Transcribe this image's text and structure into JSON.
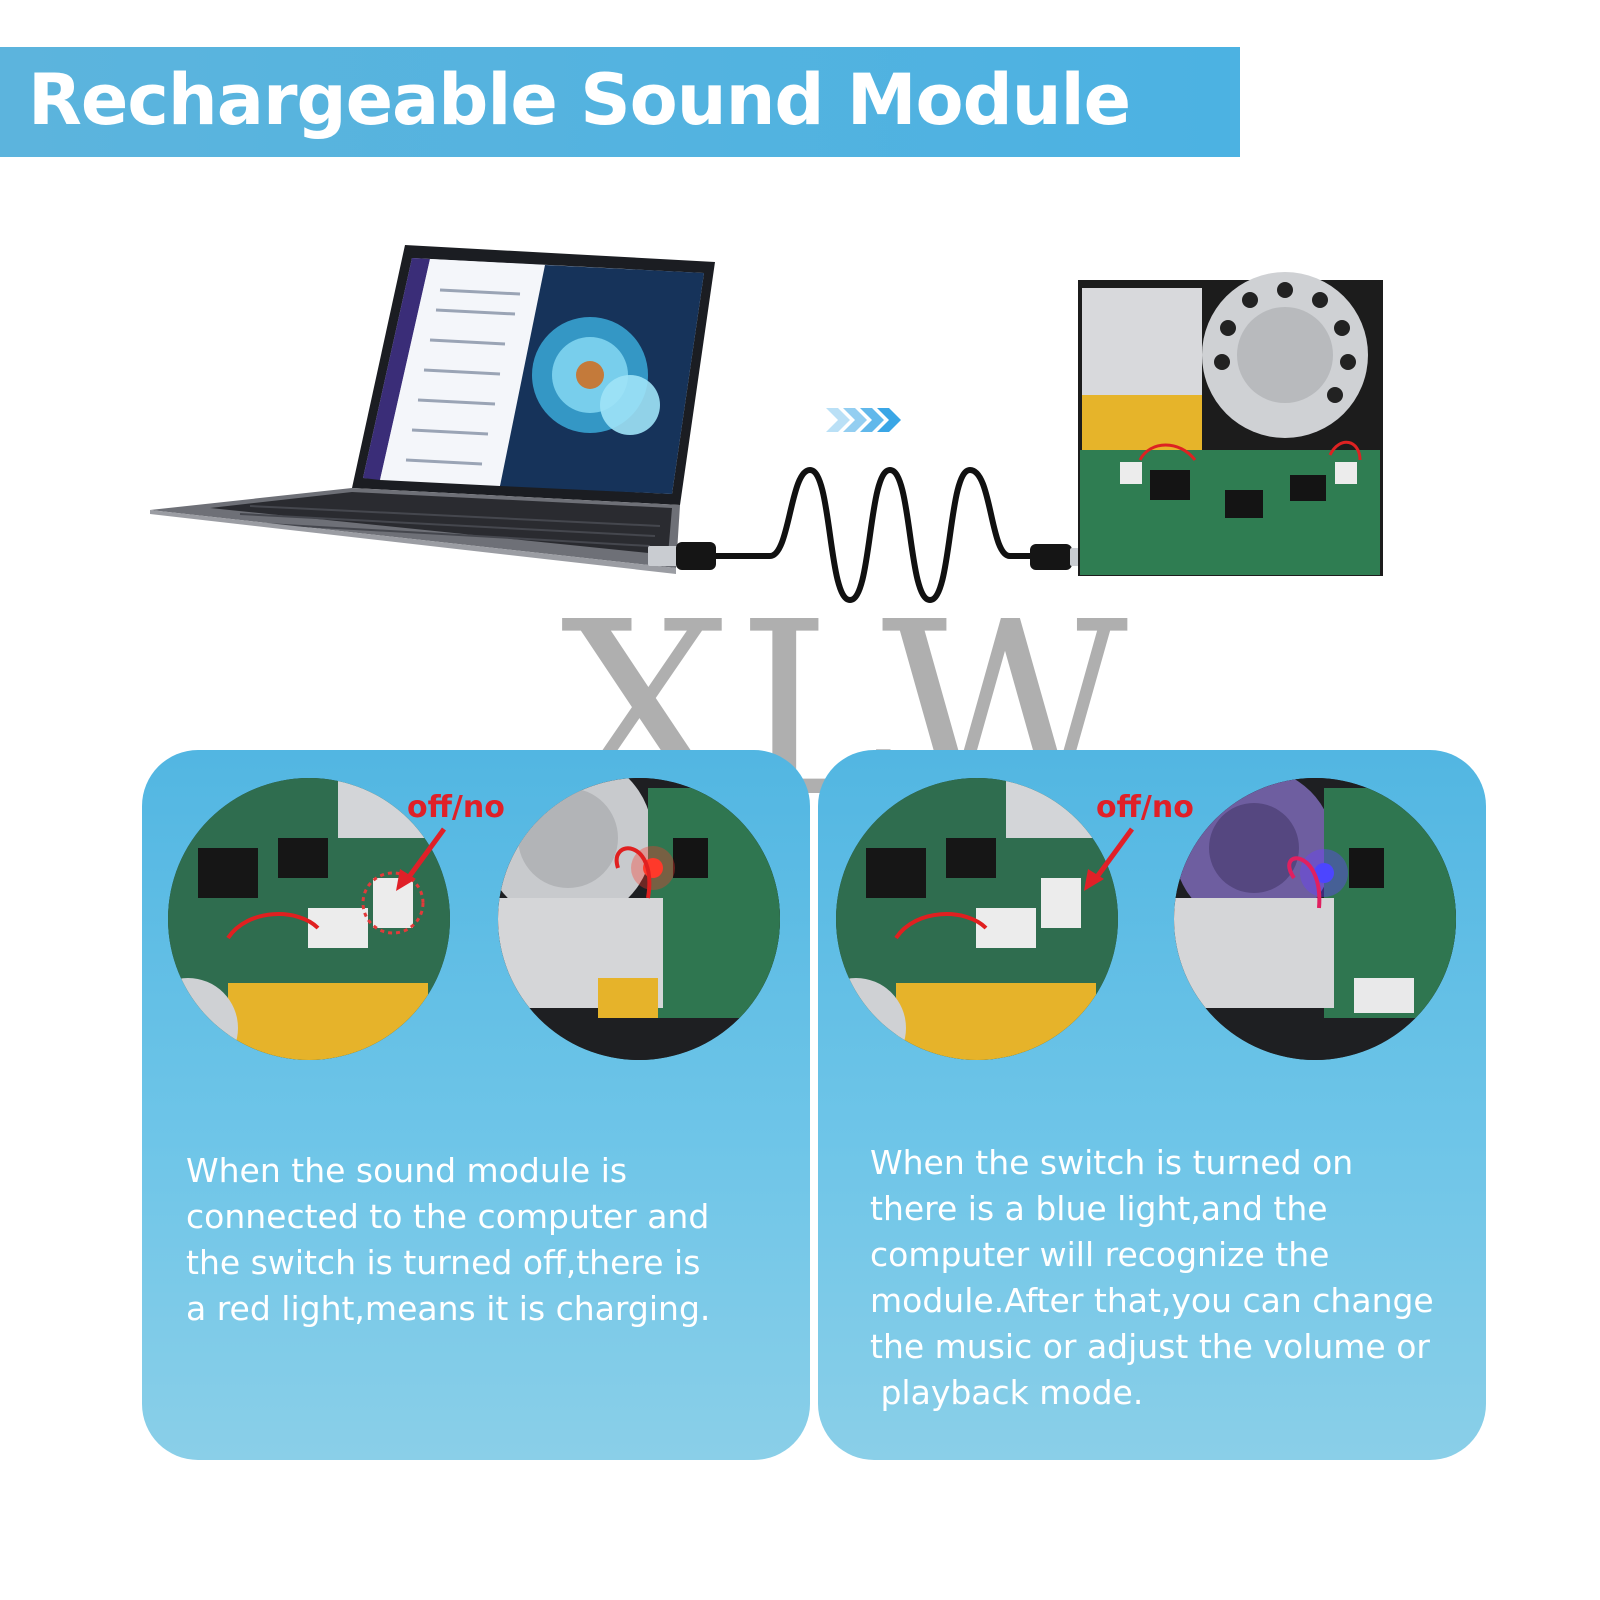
{
  "banner": {
    "title": "Rechargeable Sound Module"
  },
  "watermark": {
    "text": "XLW"
  },
  "panels": [
    {
      "callout": "off/no",
      "led_color": "#ff3a2a",
      "description_lines": [
        "When the sound module is",
        "connected to the computer and",
        "the switch is turned off,there is",
        "a red light,means it is charging."
      ]
    },
    {
      "callout": "off/no",
      "led_color": "#3a48ff",
      "description_lines": [
        "When the switch is turned on",
        "there is a blue light,and the",
        "computer will recognize the",
        "module.After that,you can change",
        "the music or adjust the volume or",
        " playback mode."
      ]
    }
  ],
  "colors": {
    "banner": "#4cb2e2",
    "panel": "#5ab9e4",
    "callout": "#e02028",
    "arrows": "#3aa6e6"
  },
  "icons": [
    "laptop-icon",
    "usb-cable-icon",
    "arrow-chevrons-icon",
    "sound-module-icon",
    "speaker-icon",
    "battery-icon",
    "circuit-board-icon"
  ]
}
